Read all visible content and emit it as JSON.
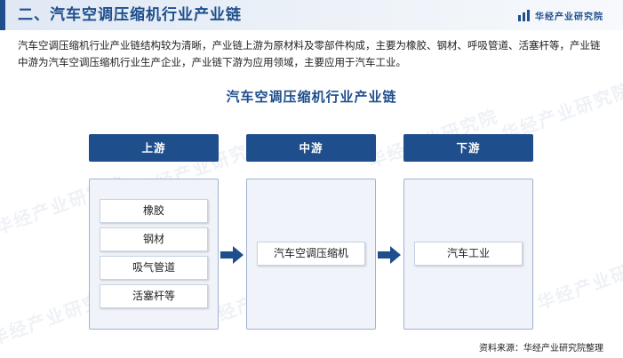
{
  "header": {
    "title": "二、汽车空调压缩机行业产业链",
    "brand": "华经产业研究院"
  },
  "description": "汽车空调压缩机行业产业链结构较为清晰，产业链上游为原材料及零部件构成，主要为橡胶、钢材、呼吸管道、活塞杆等，产业链中游为汽车空调压缩机行业生产企业，产业链下游为应用领域，主要应用于汽车工业。",
  "diagram": {
    "title": "汽车空调压缩机行业产业链",
    "upstream": {
      "label": "上游",
      "items": [
        "橡胶",
        "钢材",
        "吸气管道",
        "活塞杆等"
      ]
    },
    "midstream": {
      "label": "中游",
      "items": [
        "汽车空调压缩机"
      ]
    },
    "downstream": {
      "label": "下游",
      "items": [
        "汽车工业"
      ]
    }
  },
  "watermark": "华经产业研究院",
  "source": "资料来源：华经产业研究院整理",
  "colors": {
    "primary": "#1f4e8c",
    "panel_bg": "#f0f4fa",
    "panel_border": "#9eb3cf"
  }
}
